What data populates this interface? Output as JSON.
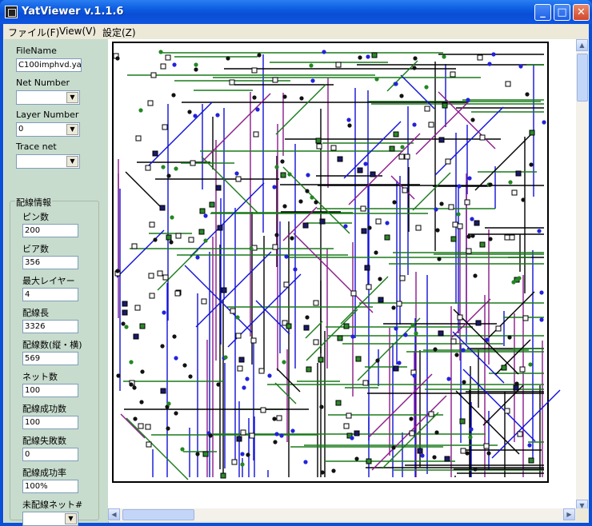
{
  "window": {
    "title": "YatViewer v.1.1.6"
  },
  "menu": [
    "ファイル(F)",
    "View(V)",
    "設定(Z)"
  ],
  "panel": {
    "filename_label": "FileName",
    "filename_value": "C100imphvd.ya",
    "net_number_label": "Net Number",
    "net_number_value": "",
    "layer_number_label": "Layer Number",
    "layer_number_value": "0",
    "trace_net_label": "Trace net",
    "trace_net_value": "",
    "group_title": "配線情報",
    "fields": [
      {
        "label": "ピン数",
        "value": "200"
      },
      {
        "label": "ビア数",
        "value": "356"
      },
      {
        "label": "最大レイヤー",
        "value": "4"
      },
      {
        "label": "配線長",
        "value": "3326"
      },
      {
        "label": "配線数(縦・横)",
        "value": "569"
      },
      {
        "label": "ネット数",
        "value": "100"
      },
      {
        "label": "配線成功数",
        "value": "100"
      },
      {
        "label": "配線失敗数",
        "value": "0"
      },
      {
        "label": "配線成功率",
        "value": "100%"
      }
    ],
    "unrouted_label": "未配線ネット#",
    "unrouted_value": ""
  },
  "colors": {
    "black": "#000000",
    "green": "#1a7a1a",
    "blue": "#1010d8",
    "purple": "#8b1a8b"
  }
}
